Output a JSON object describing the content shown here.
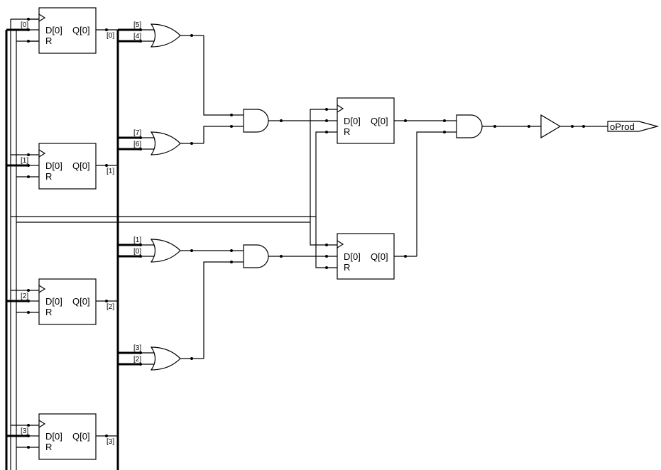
{
  "flipflops": [
    {
      "d": "D[0]",
      "q": "Q[0]",
      "r": "R",
      "in_idx": "[0]",
      "out_idx": "[0]"
    },
    {
      "d": "D[0]",
      "q": "Q[0]",
      "r": "R",
      "in_idx": "[1]",
      "out_idx": "[1]"
    },
    {
      "d": "D[0]",
      "q": "Q[0]",
      "r": "R",
      "in_idx": "[2]",
      "out_idx": "[2]"
    },
    {
      "d": "D[0]",
      "q": "Q[0]",
      "r": "R",
      "in_idx": "[3]",
      "out_idx": "[3]"
    }
  ],
  "stage2_flipflops": [
    {
      "d": "D[0]",
      "q": "Q[0]",
      "r": "R"
    },
    {
      "d": "D[0]",
      "q": "Q[0]",
      "r": "R"
    }
  ],
  "or_gates": [
    {
      "in_a": "[5]",
      "in_b": "[4]"
    },
    {
      "in_a": "[7]",
      "in_b": "[6]"
    },
    {
      "in_a": "[1]",
      "in_b": "[0]"
    },
    {
      "in_a": "[3]",
      "in_b": "[2]"
    }
  ],
  "output_port": "oProd"
}
